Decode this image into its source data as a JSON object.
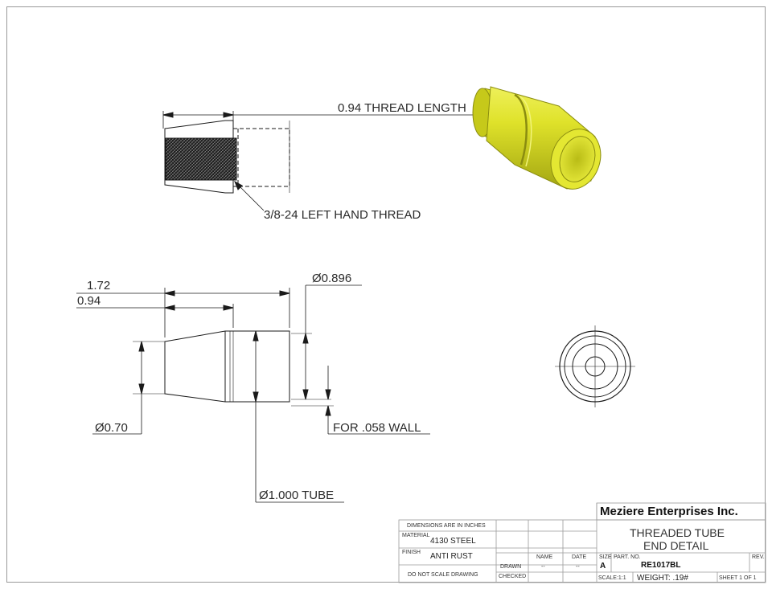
{
  "views": {
    "thread_length_label": "0.94 THREAD LENGTH",
    "thread_spec_label": "3/8-24 LEFT HAND THREAD",
    "dim_overall": "1.72",
    "dim_taper": "0.94",
    "dim_bore_diameter": "Ø0.896",
    "dim_nose_diameter": "Ø0.70",
    "dim_wall": "FOR .058 WALL",
    "dim_tube_diameter": "Ø1.000 TUBE"
  },
  "title_block": {
    "company": "Meziere Enterprises Inc.",
    "title_line1": "THREADED TUBE",
    "title_line2": "END DETAIL",
    "dimensions_note": "DIMENSIONS ARE IN INCHES",
    "material_label": "MATERIAL",
    "material_value": "4130 STEEL",
    "finish_label": "FINISH",
    "finish_value": "ANTI RUST",
    "no_scale_note": "DO NOT SCALE DRAWING",
    "name_header": "NAME",
    "date_header": "DATE",
    "drawn_label": "DRAWN",
    "drawn_name": "--",
    "drawn_date": "--",
    "checked_label": "CHECKED",
    "size_label": "SIZE",
    "size_value": "A",
    "part_no_label": "PART. NO.",
    "part_no_value": "RE1017BL",
    "rev_label": "REV.",
    "scale_label": "SCALE:1:1",
    "weight_label": "WEIGHT: .19#",
    "sheet_label": "SHEET 1 OF 1"
  },
  "colors": {
    "line": "#1a1a1a",
    "model_yellow": "#d8dc1c",
    "model_yellow_dark": "#a3a612",
    "model_yellow_light": "#eef05a",
    "thread": "#1c1c1c"
  }
}
